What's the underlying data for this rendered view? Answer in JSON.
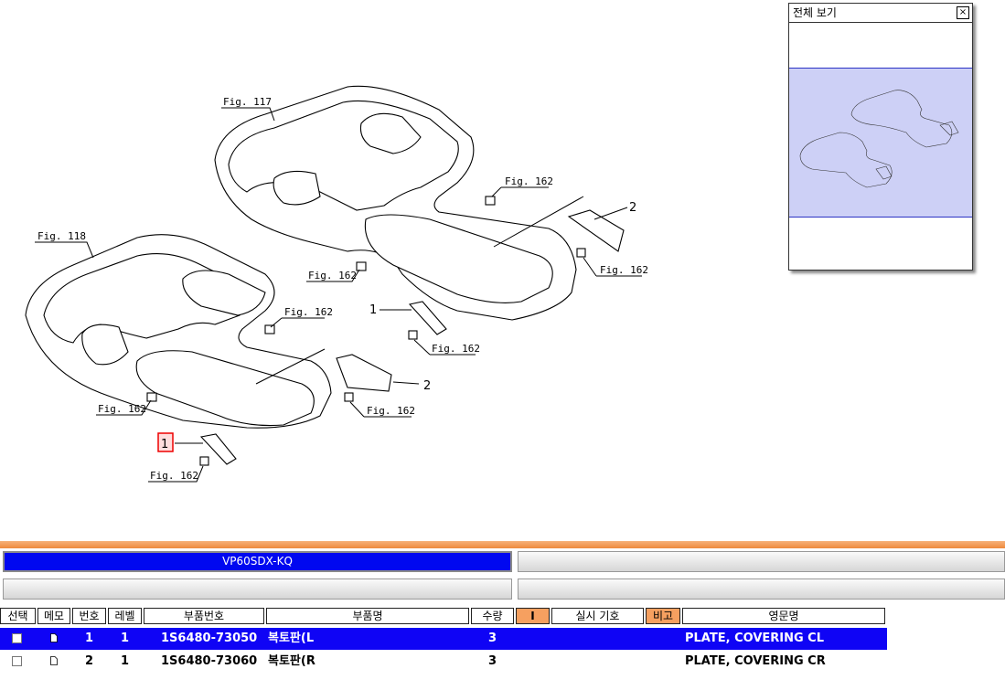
{
  "diagram": {
    "fig_labels": [
      "Fig. 117",
      "Fig. 118",
      "Fig. 162"
    ],
    "callouts": [
      "1",
      "2"
    ]
  },
  "overview": {
    "title": "전체 보기",
    "close": "×"
  },
  "model_bar": {
    "text": "VP60SDX-KQ"
  },
  "table": {
    "headers": [
      "선택",
      "메모",
      "번호",
      "레벨",
      "부품번호",
      "부품명",
      "수량",
      "I",
      "실시 기호",
      "비고",
      "영문명"
    ],
    "rows": [
      {
        "no": "1",
        "level": "1",
        "part_no": "1S6480-73050",
        "name": "복토판(L",
        "qty": "3",
        "en": "PLATE, COVERING CL"
      },
      {
        "no": "2",
        "level": "1",
        "part_no": "1S6480-73060",
        "name": "복토판(R",
        "qty": "3",
        "en": "PLATE, COVERING CR"
      }
    ]
  },
  "colors": {
    "selected_row": "#0f04f5",
    "accent_orange": "#f6a060",
    "model_bar": "#0008f0"
  }
}
